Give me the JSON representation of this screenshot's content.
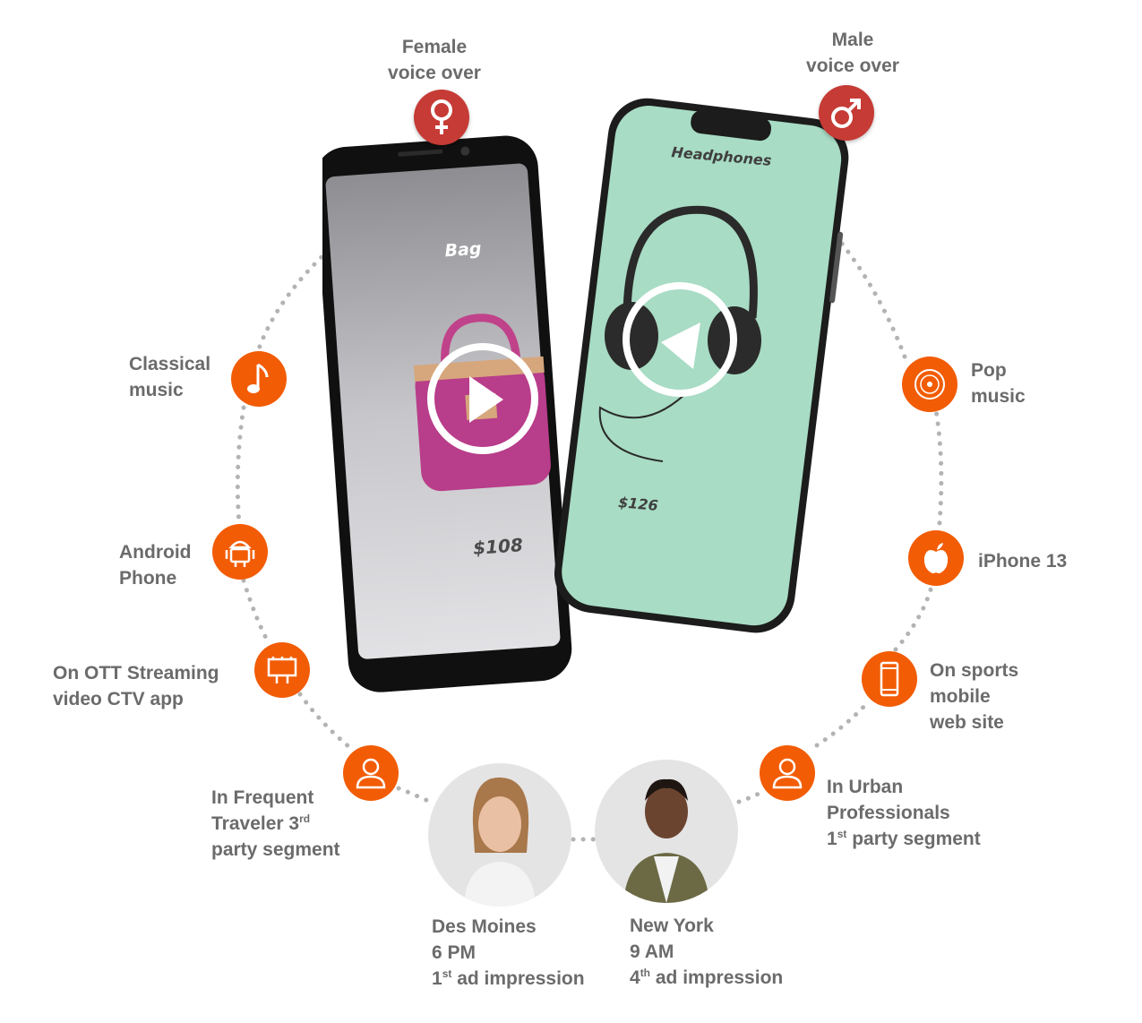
{
  "voices": {
    "female": [
      "Female",
      "voice over"
    ],
    "male": [
      "Male",
      "voice over"
    ]
  },
  "phones": {
    "android": {
      "product": "Bag",
      "price": "$108"
    },
    "iphone": {
      "product": "Headphones",
      "price": "$126"
    }
  },
  "nodes": {
    "classical": [
      "Classical",
      "music"
    ],
    "android": [
      "Android",
      "Phone"
    ],
    "ott": [
      "On OTT Streaming",
      "video CTV app"
    ],
    "traveler": {
      "line1": "In Frequent",
      "line2": "Traveler 3",
      "line2_sup": "rd",
      "line3": "party segment"
    },
    "pop": [
      "Pop",
      "music"
    ],
    "iphone": "iPhone 13",
    "sports": [
      "On sports",
      "mobile",
      "web site"
    ],
    "urban": {
      "line1": "In Urban",
      "line2": "Professionals",
      "line3_num": "1",
      "line3_sup": "st",
      "line3": " party segment"
    }
  },
  "people": {
    "woman": {
      "city": "Des Moines",
      "time": "6 PM",
      "num": "1",
      "sup": "st",
      "impression": " ad impression"
    },
    "man": {
      "city": "New York",
      "time": "9 AM",
      "num": "4",
      "sup": "th",
      "impression": " ad impression"
    }
  },
  "colors": {
    "accent": "#f25c05",
    "gender": "#c63b35",
    "text": "#6b6b6b",
    "dots": "#b3b3b3",
    "iphone_screen": "#a8dcc4"
  },
  "icons": {
    "female": "female-symbol-icon",
    "male": "male-symbol-icon",
    "classical": "music-note-icon",
    "android": "android-icon",
    "ott": "billboard-icon",
    "traveler": "person-icon",
    "pop": "vinyl-disc-icon",
    "iphone": "apple-icon",
    "sports": "smartphone-icon",
    "urban": "person-icon"
  }
}
